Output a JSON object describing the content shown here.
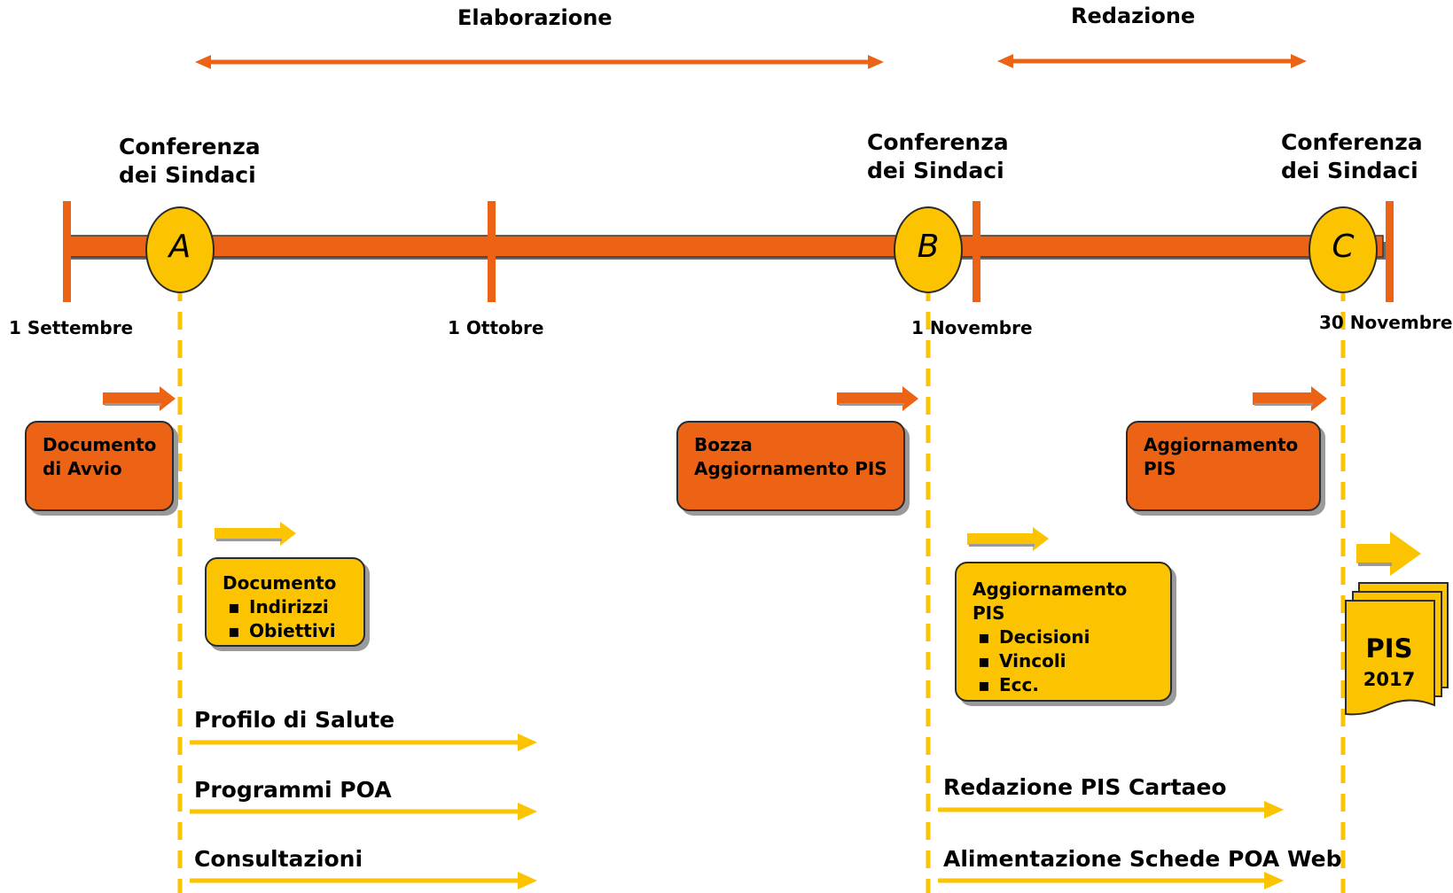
{
  "phases": {
    "elaborazione": "Elaborazione",
    "redazione": "Redazione"
  },
  "milestones": [
    {
      "letter": "A",
      "label_line1": "Conferenza",
      "label_line2": "dei Sindaci"
    },
    {
      "letter": "B",
      "label_line1": "Conferenza",
      "label_line2": "dei Sindaci"
    },
    {
      "letter": "C",
      "label_line1": "Conferenza",
      "label_line2": "dei Sindaci"
    }
  ],
  "dates": [
    "1 Settembre",
    "1 Ottobre",
    "1 Novembre",
    "30 Novembre"
  ],
  "orange_boxes": [
    {
      "text": "Documento\ndi Avvio"
    },
    {
      "text": "Bozza\nAggiornamento PIS"
    },
    {
      "text": "Aggiornamento\nPIS"
    }
  ],
  "yellow_boxes": [
    {
      "title": "Documento",
      "items": [
        "Indirizzi",
        "Obiettivi"
      ]
    },
    {
      "title": "Aggiornamento\nPIS",
      "items": [
        "Decisioni",
        "Vincoli",
        "Ecc."
      ]
    }
  ],
  "flows_left": [
    "Profilo di Salute",
    "Programmi POA",
    "Consultazioni"
  ],
  "flows_right": [
    "Redazione PIS Cartaeo",
    "Alimentazione Schede POA Web"
  ],
  "pis_doc": {
    "title": "PIS",
    "year": "2017"
  },
  "colors": {
    "orange": "#ec6316",
    "yellow": "#fbc300",
    "outline": "#2b2b2b",
    "shadow": "#9a9a9a"
  }
}
